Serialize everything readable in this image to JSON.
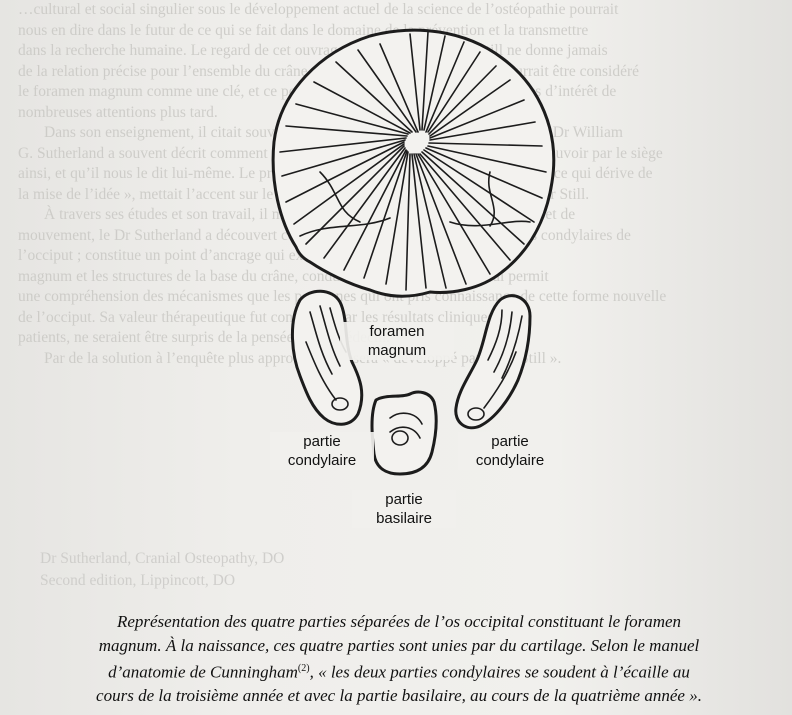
{
  "background_text": [
    "…cultural et social singulier sous le développement actuel de la science de l’ostéopathie pourrait",
    "nous en dire dans le futur de ce qui se fait dans le domaine de la prévention et la transmettre",
    "dans la recherche humaine. Le regard de cet ouvrage tout entier que le Dr Still ne donne jamais",
    "de la relation précise pour l’ensemble du crâne, cela est quelque chose qui ne pourrait être considéré",
    "le foramen magnum comme une clé, et ce pourrait avoir ouvert la porte à des années d’intérêt de",
    "nombreuses attentions plus tard.",
    "Dans son enseignement, il citait souvent ce qu’il appelait « la pensée de Still », le Dr William",
    "G. Sutherland a souvent décrit comment il avait découvert le mécanisme crânien, le pouvoir par le siège",
    "ainsi, et qu’il nous le dit lui-même. Le principe de l’ostéopathie, qui devint et pour lui ce qui dérive de",
    "la mise de l’idée », mettait l’accent sur le fait que ce travail provient de la vision du Dr Still.",
    "À travers ses études et son travail, il mit en évidence une articulation mécanique et de",
    "mouvement, le Dr Sutherland a découvert ce qu’on appelle l’articulation des parties condylaires de",
    "l’occiput ; constitue un point d’ancrage qui exerce une influence sur le foramen",
    "magnum et les structures de la base du crâne, conduisant à la découverte. Il lui permit",
    "une compréhension des mécanismes que les personnes qui ont pris connaissance de cette forme nouvelle",
    "de l’occiput. Sa valeur thérapeutique fut confirmée par les résultats cliniques. Ses",
    "patients, ne seraient être surpris de la pensée de ce médecin.",
    "Par de la solution à l’enquête plus approfondie, il sera « développé par le Dr Still »."
  ],
  "background_text_lower": [
    "Dr Sutherland, Cranial Osteopathy, DO",
    "Second edition, Lippincott, DO"
  ],
  "figure": {
    "labels": {
      "foramen": "foramen\nmagnum",
      "condylaire_left": "partie\ncondylaire",
      "condylaire_right": "partie\ncondylaire",
      "basilaire": "partie\nbasilaire"
    },
    "line_color": "#1c1c1c"
  },
  "caption": {
    "line1": "Représentation des quatre parties séparées de l’os occipital constituant le foramen",
    "line2": "magnum. À la naissance, ces quatre parties sont unies par du cartilage. Selon le manuel",
    "line3_a": "d’anatomie de Cunningham",
    "line3_sup": "(2)",
    "line3_b": ", « les deux parties condylaires se soudent à l’écaille au",
    "line4": "cours de la troisième année et avec la partie basilaire, au cours de la quatrième année »."
  }
}
